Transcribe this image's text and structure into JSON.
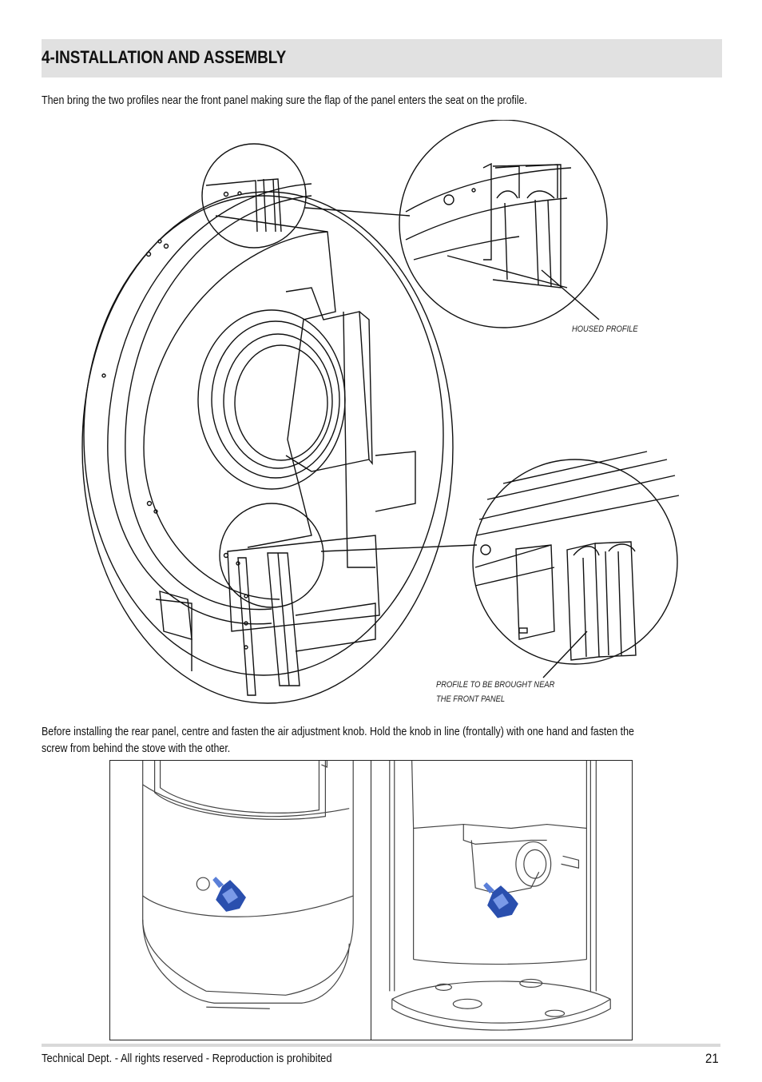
{
  "header": {
    "title": "4-INSTALLATION AND ASSEMBLY"
  },
  "intro": {
    "text": "Then bring the two profiles near the front panel making sure the flap of the panel enters the seat on the profile."
  },
  "figure_top": {
    "callouts": {
      "housed_profile": "HOUSED PROFILE",
      "profile_near_line1": "PROFILE TO BE BROUGHT NEAR",
      "profile_near_line2": "THE FRONT PANEL"
    }
  },
  "knob_section": {
    "line1": "Before installing the rear panel, centre and fasten the air adjustment knob. Hold the knob in line (frontally) with one hand and fasten the",
    "line2": "screw from behind the stove with the other."
  },
  "colors": {
    "hand_icon": "#2a4fae",
    "header_bar": "#e1e1e1"
  },
  "footer": {
    "text": "Technical Dept. - All rights reserved - Reproduction is prohibited",
    "page_number": "21"
  }
}
